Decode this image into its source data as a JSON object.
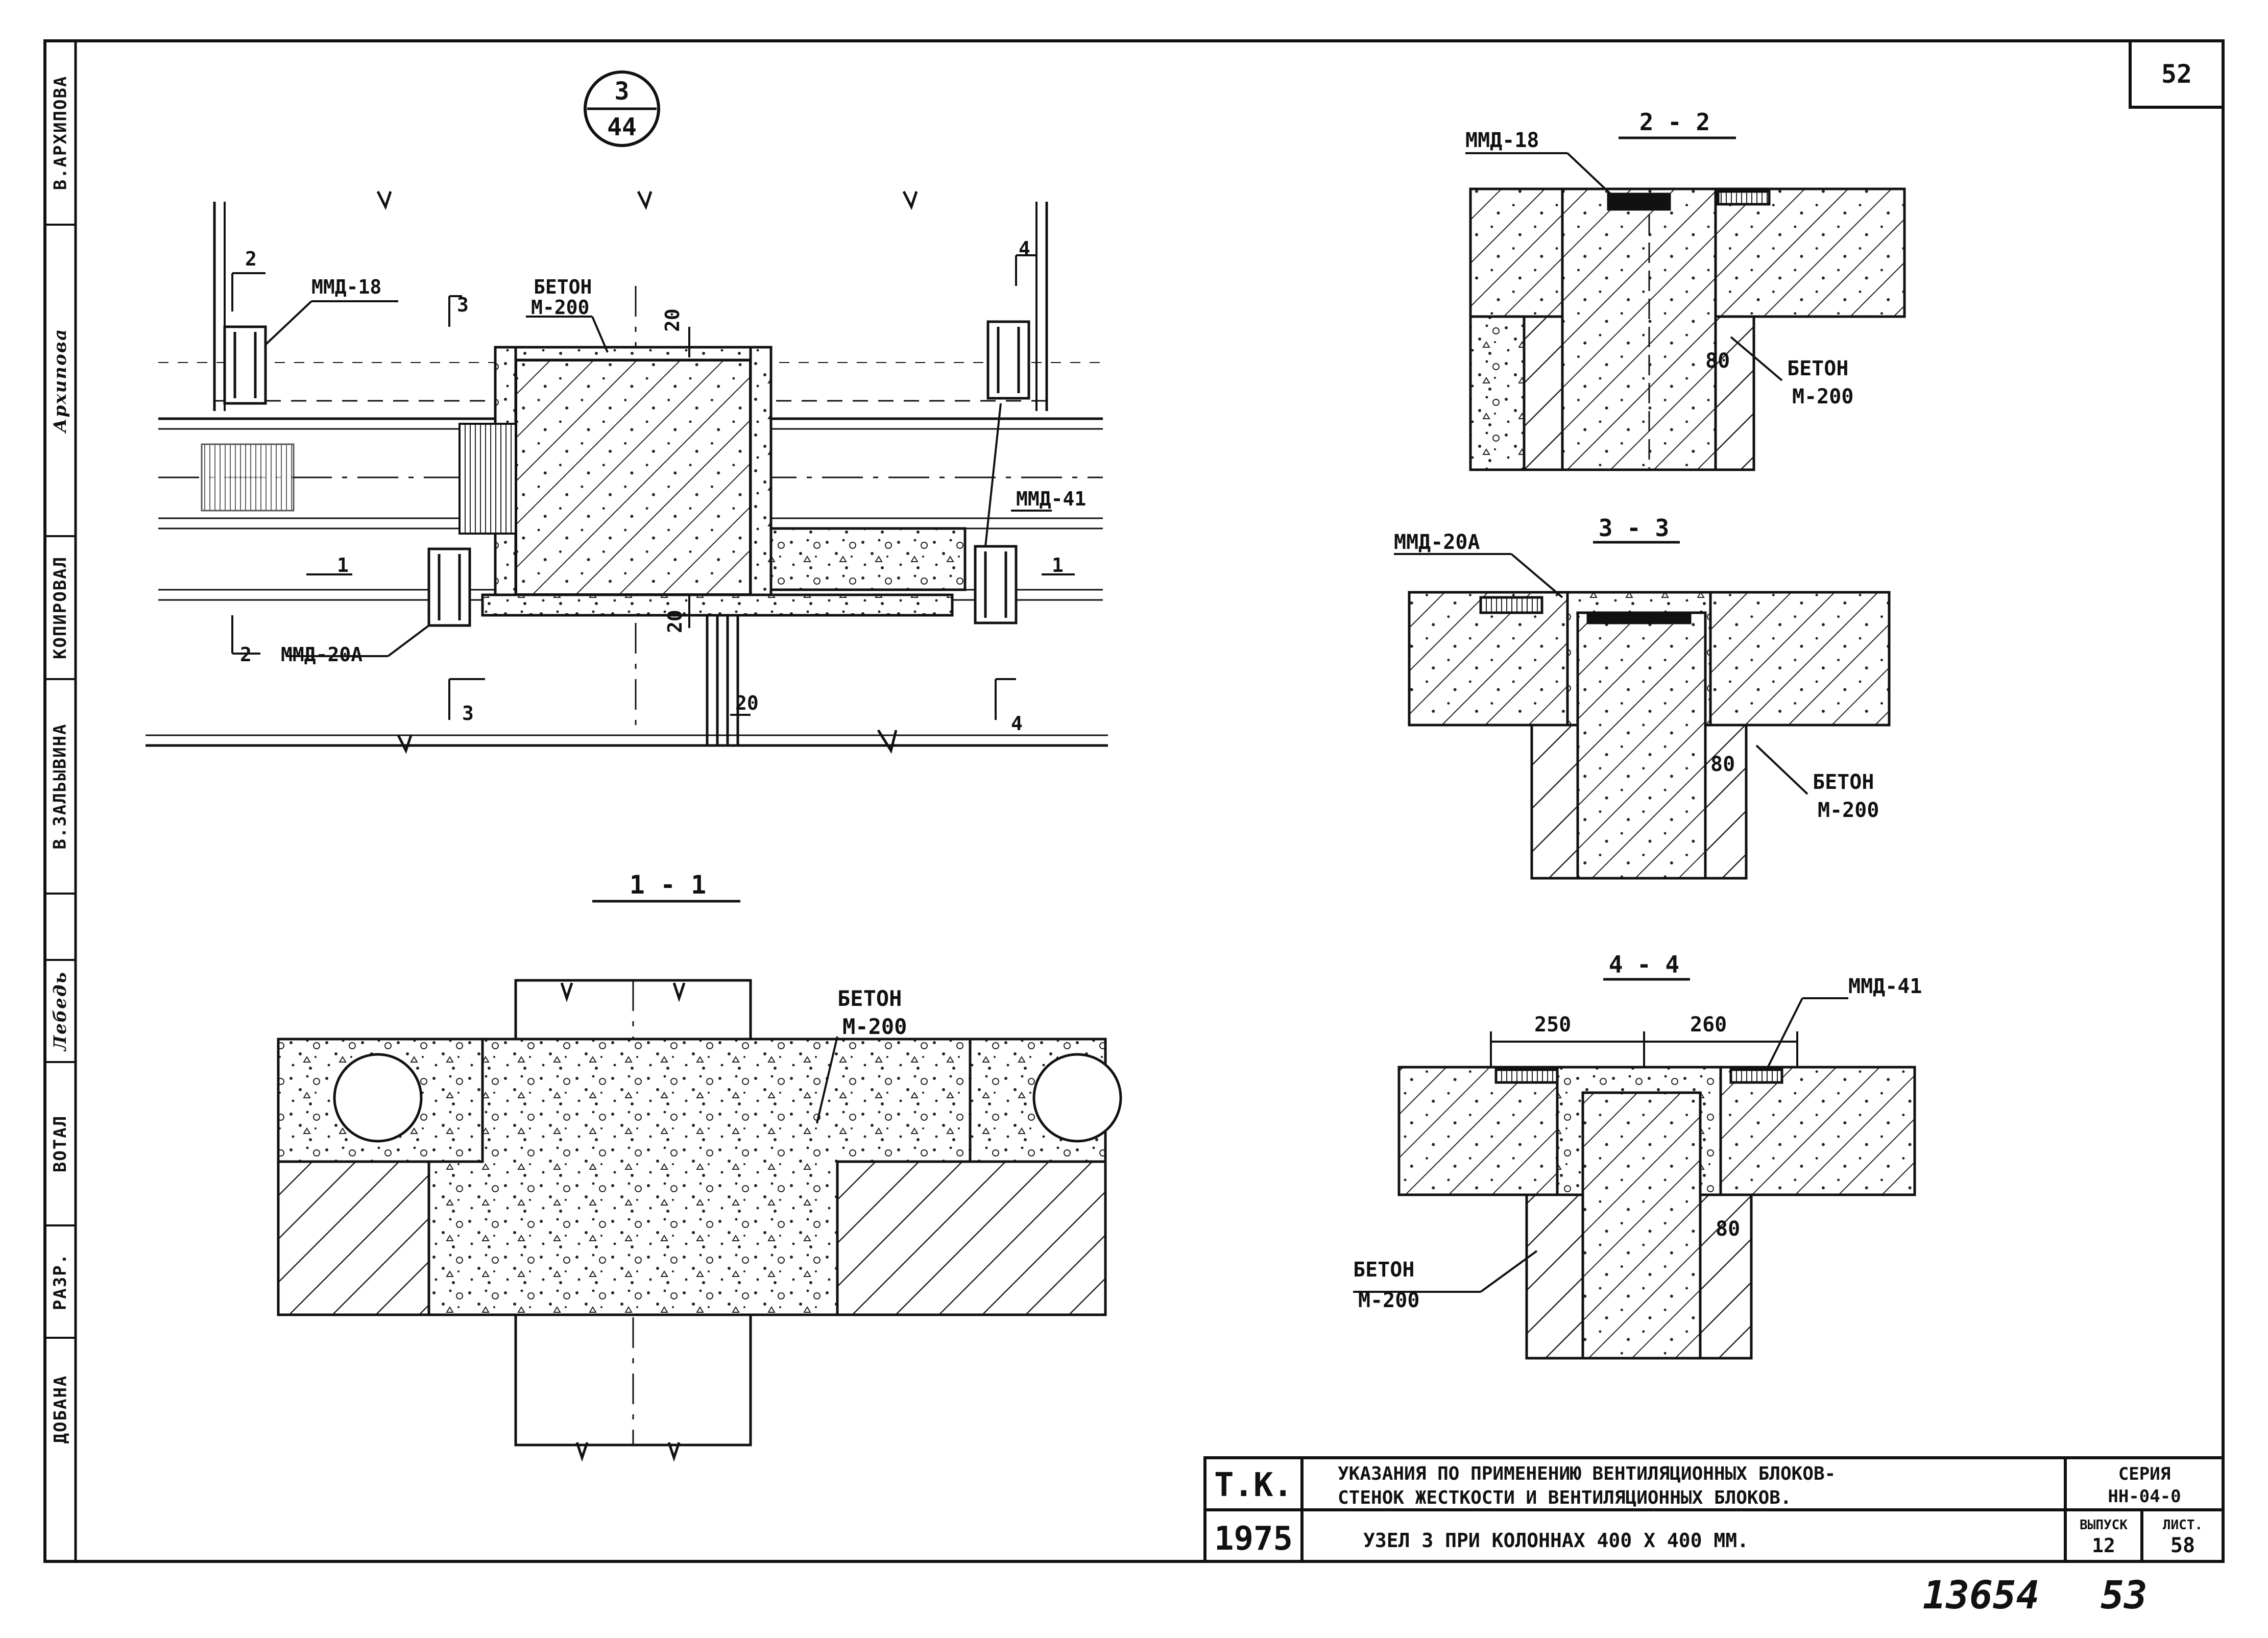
{
  "sheet": {
    "page_number": "52",
    "archive_number": "13654",
    "archive_page": "53"
  },
  "node_marker": {
    "top": "3",
    "bottom": "44"
  },
  "sidebar": {
    "cells": [
      "РАЗР.",
      "ВОТАЛ",
      "Лебедь",
      "В.ЗАЛЬЫВИНА",
      "КОПИРОВАЛ",
      "Архипова",
      "В.АРХИПОВА",
      "ДОБАНА"
    ]
  },
  "plan": {
    "labels": {
      "mmd18": "ММД-18",
      "mmd20a": "ММД-20А",
      "mmd41": "ММД-41",
      "beton": "БЕТОН",
      "m200": "М-200",
      "dim20a": "20",
      "dim20b": "20",
      "dim20c": "20",
      "cut1": "1",
      "cut2": "2",
      "cut3": "3",
      "cut4": "4"
    }
  },
  "sections": {
    "s11": {
      "title": "1 - 1",
      "beton": "БЕТОН",
      "m200": "М-200"
    },
    "s22": {
      "title": "2 - 2",
      "mmd": "ММД-18",
      "beton": "БЕТОН",
      "m200": "М-200",
      "dim": "80"
    },
    "s33": {
      "title": "3 - 3",
      "mmd": "ММД-20А",
      "beton": "БЕТОН",
      "m200": "М-200",
      "dim": "80"
    },
    "s44": {
      "title": "4 - 4",
      "mmd": "ММД-41",
      "beton": "БЕТОН",
      "m200": "М-200",
      "dim_left": "250",
      "dim_right": "260",
      "dim": "80"
    }
  },
  "title_block": {
    "org": "Т.К.",
    "year": "1975",
    "title_line1": "УКАЗАНИЯ ПО ПРИМЕНЕНИЮ ВЕНТИЛЯЦИОННЫХ БЛОКОВ-",
    "title_line2": "СТЕНОК ЖЕСТКОСТИ И ВЕНТИЛЯЦИОННЫХ БЛОКОВ.",
    "subtitle": "УЗЕЛ 3 ПРИ КОЛОННАХ 400 Х 400 ММ.",
    "series_label": "СЕРИЯ",
    "series_value": "НН-04-0",
    "issue_label": "ВЫПУСК",
    "issue_value": "12",
    "sheet_label": "ЛИСТ.",
    "sheet_value": "58"
  }
}
